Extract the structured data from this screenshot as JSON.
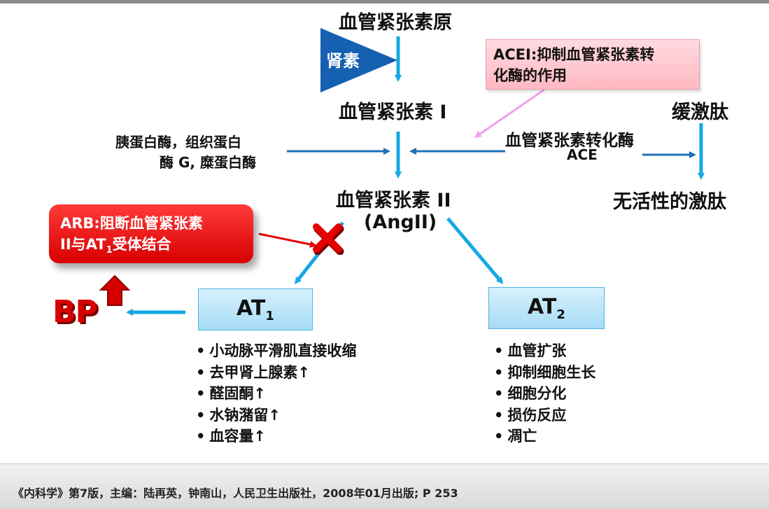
{
  "nodes": {
    "angiotensinogen": "血管紧张素原",
    "renin": "肾素",
    "ang1": "血管紧张素 I",
    "bradykinin": "缓激肽",
    "chymase_line1": "胰蛋白酶，组织蛋白",
    "chymase_line2": "酶 G, 糜蛋白酶",
    "ace": "血管紧张素转化酶",
    "ace_abbr": "ACE",
    "ang2": "血管紧张素 II",
    "ang2_abbr": "(AngII)",
    "inactive_kinin": "无活性的激肽",
    "bp": "BP"
  },
  "acei_note": {
    "line1": "ACEI:抑制血管紧张素转",
    "line2": "化酶的作用"
  },
  "arb_note": {
    "line1": "ARB:阻断血管紧张素",
    "line2_prefix": "II与AT",
    "line2_sub": "1",
    "line2_suffix": "受体结合"
  },
  "at1": {
    "label": "AT",
    "sub": "1"
  },
  "at2": {
    "label": "AT",
    "sub": "2"
  },
  "at1_effects": [
    "小动脉平滑肌直接收缩",
    "去甲肾上腺素↑",
    "醛固酮↑",
    "水钠潴留↑",
    "血容量↑"
  ],
  "at2_effects": [
    "血管扩张",
    "抑制细胞生长",
    "细胞分化",
    "损伤反应",
    "凋亡"
  ],
  "footer": "《内科学》第7版，主编：陆再英，钟南山，人民卫生出版社，2008年01月出版; P 253",
  "colors": {
    "arrow_blue": "#15a8e3",
    "arrow_dark_blue": "#1f6fb8",
    "kidney_blue": "#1560b0",
    "pink_arrow": "#f29ef0",
    "red": "#e30000"
  }
}
